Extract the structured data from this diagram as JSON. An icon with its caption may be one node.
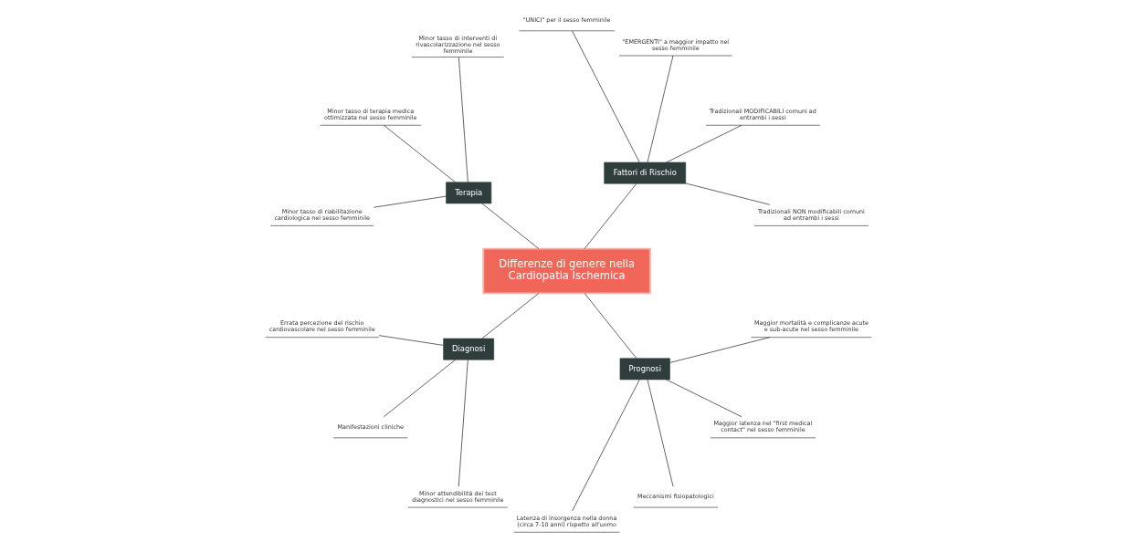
{
  "diagram": {
    "nodes": [
      {
        "text": [
          "Differenze di genere nella Cardiopatia Ischemica"
        ]
      },
      {
        "text": [
          "Fattori di Rischio"
        ]
      },
      {
        "text": [
          "Tradizionali NON modificabili comuni ad entrambi i sessi"
        ]
      },
      {
        "text": [
          "Tradizionali MODIFICABILI comuni ad entrambi i sessi"
        ]
      },
      {
        "text": [
          "\"EMERGENTI\" a maggior impatto nel sesso femminile"
        ]
      },
      {
        "text": [
          "\"UNICI\" per il sesso femminile"
        ]
      },
      {
        "text": [
          "Terapia"
        ]
      },
      {
        "text": [
          "Minor tasso di interventi di rivascolarizzazione nel sesso femminile"
        ]
      },
      {
        "text": [
          "Minor tasso di terapia medica ottimizzata nel sesso femminile"
        ]
      },
      {
        "text": [
          "Minor tasso di riabilitazione cardiologica nel sesso femminile"
        ]
      },
      {
        "text": [
          "Diagnosi"
        ]
      },
      {
        "text": [
          "Errata percezione del rischio cardiovascolare nel sesso femminile"
        ]
      },
      {
        "text": [
          "Manifestazioni cliniche"
        ]
      },
      {
        "text": [
          "Minor attendibilità dei test diagnostici nel sesso femminile"
        ]
      },
      {
        "text": [
          "Prognosi"
        ]
      },
      {
        "text": [
          "Latenza di insorgenza nella donna (circa 7-10 anni) rispetto all'uomo"
        ]
      },
      {
        "text": [
          "Meccanismi fisiopatologici"
        ]
      },
      {
        "text": [
          "Maggior latenza nel \"first medical contact\" nel sesso femminile"
        ]
      },
      {
        "text": [
          "Maggior mortalità e complicanze acute e sub-acute nel sesso femminile"
        ]
      }
    ],
    "edges": [
      {
        "from": 0,
        "to": 1,
        "arrow": "none"
      },
      {
        "from": 0,
        "to": 6,
        "arrow": "none"
      },
      {
        "from": 0,
        "to": 10,
        "arrow": "none"
      },
      {
        "from": 0,
        "to": 14,
        "arrow": "none"
      },
      {
        "from": 1,
        "to": 2,
        "arrow": "none"
      },
      {
        "from": 1,
        "to": 3,
        "arrow": "none"
      },
      {
        "from": 1,
        "to": 4,
        "arrow": "none"
      },
      {
        "from": 1,
        "to": 5,
        "arrow": "none"
      },
      {
        "from": 6,
        "to": 7,
        "arrow": "none"
      },
      {
        "from": 6,
        "to": 8,
        "arrow": "none"
      },
      {
        "from": 6,
        "to": 9,
        "arrow": "none"
      },
      {
        "from": 10,
        "to": 11,
        "arrow": "none"
      },
      {
        "from": 10,
        "to": 12,
        "arrow": "none"
      },
      {
        "from": 10,
        "to": 13,
        "arrow": "none"
      },
      {
        "from": 14,
        "to": 15,
        "arrow": "none"
      },
      {
        "from": 14,
        "to": 16,
        "arrow": "none"
      },
      {
        "from": 14,
        "to": 17,
        "arrow": "none"
      },
      {
        "from": 14,
        "to": 18,
        "arrow": "none"
      }
    ]
  }
}
